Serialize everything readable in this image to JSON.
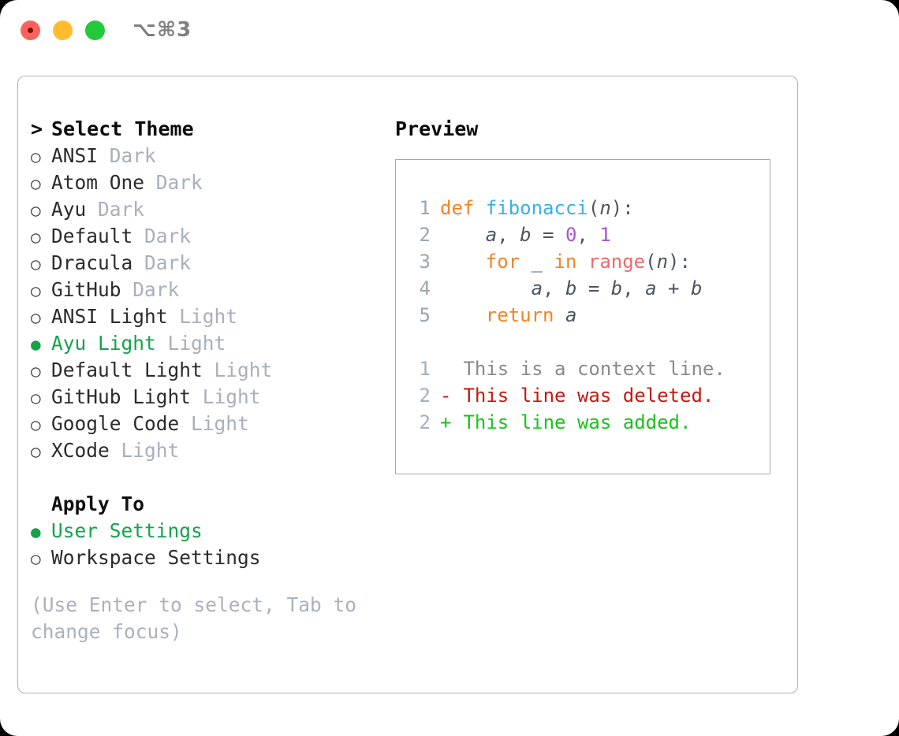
{
  "window": {
    "shortcut": "⌥⌘3",
    "traffic_lights": [
      "close",
      "minimize",
      "maximize"
    ],
    "colors": {
      "close": "#ff6259",
      "minimize": "#ffbd2e",
      "maximize": "#22c93a",
      "accent_green": "#16a34a",
      "muted": "#a7b0bb",
      "border": "#aab3c0"
    }
  },
  "theme_list": {
    "header": {
      "caret": ">",
      "title": "Select Theme"
    },
    "items": [
      {
        "marker": "○",
        "label": "ANSI",
        "suffix": "Dark",
        "selected": false
      },
      {
        "marker": "○",
        "label": "Atom One",
        "suffix": "Dark",
        "selected": false
      },
      {
        "marker": "○",
        "label": "Ayu",
        "suffix": "Dark",
        "selected": false
      },
      {
        "marker": "○",
        "label": "Default",
        "suffix": "Dark",
        "selected": false
      },
      {
        "marker": "○",
        "label": "Dracula",
        "suffix": "Dark",
        "selected": false
      },
      {
        "marker": "○",
        "label": "GitHub",
        "suffix": "Dark",
        "selected": false
      },
      {
        "marker": "○",
        "label": "ANSI Light",
        "suffix": "Light",
        "selected": false
      },
      {
        "marker": "●",
        "label": "Ayu Light",
        "suffix": "Light",
        "selected": true
      },
      {
        "marker": "○",
        "label": "Default Light",
        "suffix": "Light",
        "selected": false
      },
      {
        "marker": "○",
        "label": "GitHub Light",
        "suffix": "Light",
        "selected": false
      },
      {
        "marker": "○",
        "label": "Google Code",
        "suffix": "Light",
        "selected": false
      },
      {
        "marker": "○",
        "label": "XCode",
        "suffix": "Light",
        "selected": false
      }
    ]
  },
  "apply_to": {
    "title": "Apply To",
    "items": [
      {
        "marker": "●",
        "label": "User Settings",
        "selected": true
      },
      {
        "marker": "○",
        "label": "Workspace Settings",
        "selected": false
      }
    ]
  },
  "hint": "(Use Enter to select, Tab to change focus)",
  "preview": {
    "title": "Preview",
    "code_lines": [
      {
        "num": "1",
        "tokens": [
          {
            "t": "def",
            "c": "kw"
          },
          {
            "t": " ",
            "c": "punc"
          },
          {
            "t": "fibonacci",
            "c": "fn"
          },
          {
            "t": "(",
            "c": "punc"
          },
          {
            "t": "n",
            "c": "var"
          },
          {
            "t": "):",
            "c": "punc"
          }
        ]
      },
      {
        "num": "2",
        "tokens": [
          {
            "t": "    ",
            "c": "punc"
          },
          {
            "t": "a",
            "c": "var"
          },
          {
            "t": ", ",
            "c": "punc"
          },
          {
            "t": "b",
            "c": "var"
          },
          {
            "t": " = ",
            "c": "punc"
          },
          {
            "t": "0",
            "c": "num"
          },
          {
            "t": ", ",
            "c": "punc"
          },
          {
            "t": "1",
            "c": "num"
          }
        ]
      },
      {
        "num": "3",
        "tokens": [
          {
            "t": "    ",
            "c": "punc"
          },
          {
            "t": "for",
            "c": "kw"
          },
          {
            "t": " _ ",
            "c": "punc"
          },
          {
            "t": "in",
            "c": "kw"
          },
          {
            "t": " ",
            "c": "punc"
          },
          {
            "t": "range",
            "c": "built"
          },
          {
            "t": "(",
            "c": "punc"
          },
          {
            "t": "n",
            "c": "var"
          },
          {
            "t": "):",
            "c": "punc"
          }
        ]
      },
      {
        "num": "4",
        "tokens": [
          {
            "t": "        ",
            "c": "punc"
          },
          {
            "t": "a",
            "c": "var"
          },
          {
            "t": ", ",
            "c": "punc"
          },
          {
            "t": "b",
            "c": "var"
          },
          {
            "t": " = ",
            "c": "punc"
          },
          {
            "t": "b",
            "c": "var"
          },
          {
            "t": ", ",
            "c": "punc"
          },
          {
            "t": "a",
            "c": "var"
          },
          {
            "t": " + ",
            "c": "punc"
          },
          {
            "t": "b",
            "c": "var"
          }
        ]
      },
      {
        "num": "5",
        "tokens": [
          {
            "t": "    ",
            "c": "punc"
          },
          {
            "t": "return",
            "c": "kw"
          },
          {
            "t": " ",
            "c": "punc"
          },
          {
            "t": "a",
            "c": "var"
          }
        ]
      }
    ],
    "diff_lines": [
      {
        "num": "1",
        "sign": " ",
        "text": "This is a context line.",
        "kind": "context"
      },
      {
        "num": "2",
        "sign": "-",
        "text": "This line was deleted.",
        "kind": "deleted"
      },
      {
        "num": "2",
        "sign": "+",
        "text": "This line was added.",
        "kind": "added"
      }
    ]
  }
}
